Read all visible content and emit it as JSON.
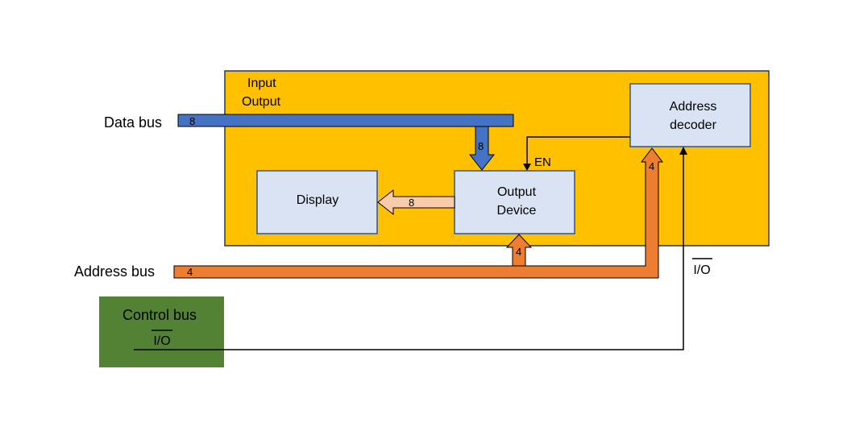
{
  "colors": {
    "io_block": "#FFC000",
    "box_fill": "#DAE3F3",
    "data_bus": "#4472C4",
    "address_bus": "#ED7D31",
    "display_link": "#F8CBAD",
    "control_bus": "#548235"
  },
  "io_block": {
    "title_line1": "Input",
    "title_line2": "Output"
  },
  "address_decoder": {
    "line1": "Address",
    "line2": "decoder"
  },
  "output_device": {
    "line1": "Output",
    "line2": "Device"
  },
  "display": {
    "label": "Display"
  },
  "enable": {
    "label": "EN"
  },
  "data_bus": {
    "label": "Data bus",
    "width_main": "8",
    "width_branch": "8"
  },
  "display_link": {
    "width": "8"
  },
  "address_bus": {
    "label": "Address bus",
    "width_main": "4",
    "width_device": "4",
    "width_decoder": "4"
  },
  "control_bus": {
    "label": "Control bus",
    "signal": "I/O"
  },
  "io_signal": {
    "label": "I/O"
  }
}
